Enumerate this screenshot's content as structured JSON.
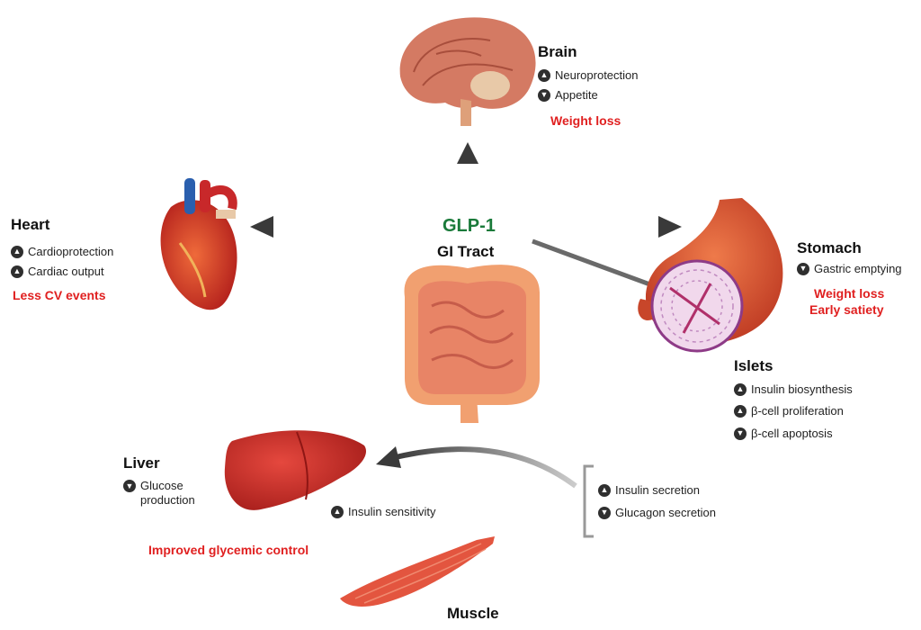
{
  "center": {
    "hormone": "GLP-1",
    "source": "GI Tract"
  },
  "brain": {
    "name": "Brain",
    "effects": [
      {
        "direction": "up",
        "text": "Neuroprotection"
      },
      {
        "direction": "down",
        "text": "Appetite"
      }
    ],
    "outcome": "Weight loss"
  },
  "heart": {
    "name": "Heart",
    "effects": [
      {
        "direction": "up",
        "text": "Cardioprotection"
      },
      {
        "direction": "up",
        "text": "Cardiac output"
      }
    ],
    "outcome": "Less CV events"
  },
  "stomach": {
    "name": "Stomach",
    "effects": [
      {
        "direction": "down",
        "text": "Gastric emptying"
      }
    ],
    "outcome_1": "Weight loss",
    "outcome_2": "Early satiety"
  },
  "islets": {
    "name": "Islets",
    "effects": [
      {
        "direction": "up",
        "text": "Insulin biosynthesis"
      },
      {
        "direction": "up",
        "text": "β-cell proliferation"
      },
      {
        "direction": "down",
        "text": "β-cell apoptosis"
      }
    ],
    "secretion": [
      {
        "direction": "up",
        "text": "Insulin secretion"
      },
      {
        "direction": "down",
        "text": "Glucagon secretion"
      }
    ]
  },
  "liver": {
    "name": "Liver",
    "effects": [
      {
        "direction": "down",
        "line1": "Glucose",
        "line2": "production"
      }
    ],
    "outcome": "Improved glycemic control"
  },
  "muscle": {
    "name": "Muscle",
    "effects": [
      {
        "direction": "up",
        "text": "Insulin sensitivity"
      }
    ]
  },
  "colors": {
    "accent_green": "#1a7a3a",
    "outcome_red": "#e02020",
    "arrow_gray": "#3a3a3a"
  }
}
